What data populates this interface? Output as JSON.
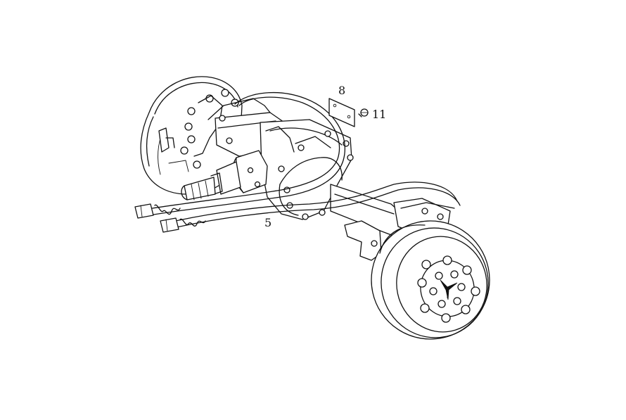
{
  "diagram": {
    "callouts": [
      {
        "id": "part-8",
        "label": "8"
      },
      {
        "id": "part-11",
        "label": "11"
      },
      {
        "id": "part-5",
        "label": "5"
      }
    ],
    "logo_icon": "three-pointed-star-icon",
    "line_color": "#111111",
    "background": "#ffffff"
  }
}
